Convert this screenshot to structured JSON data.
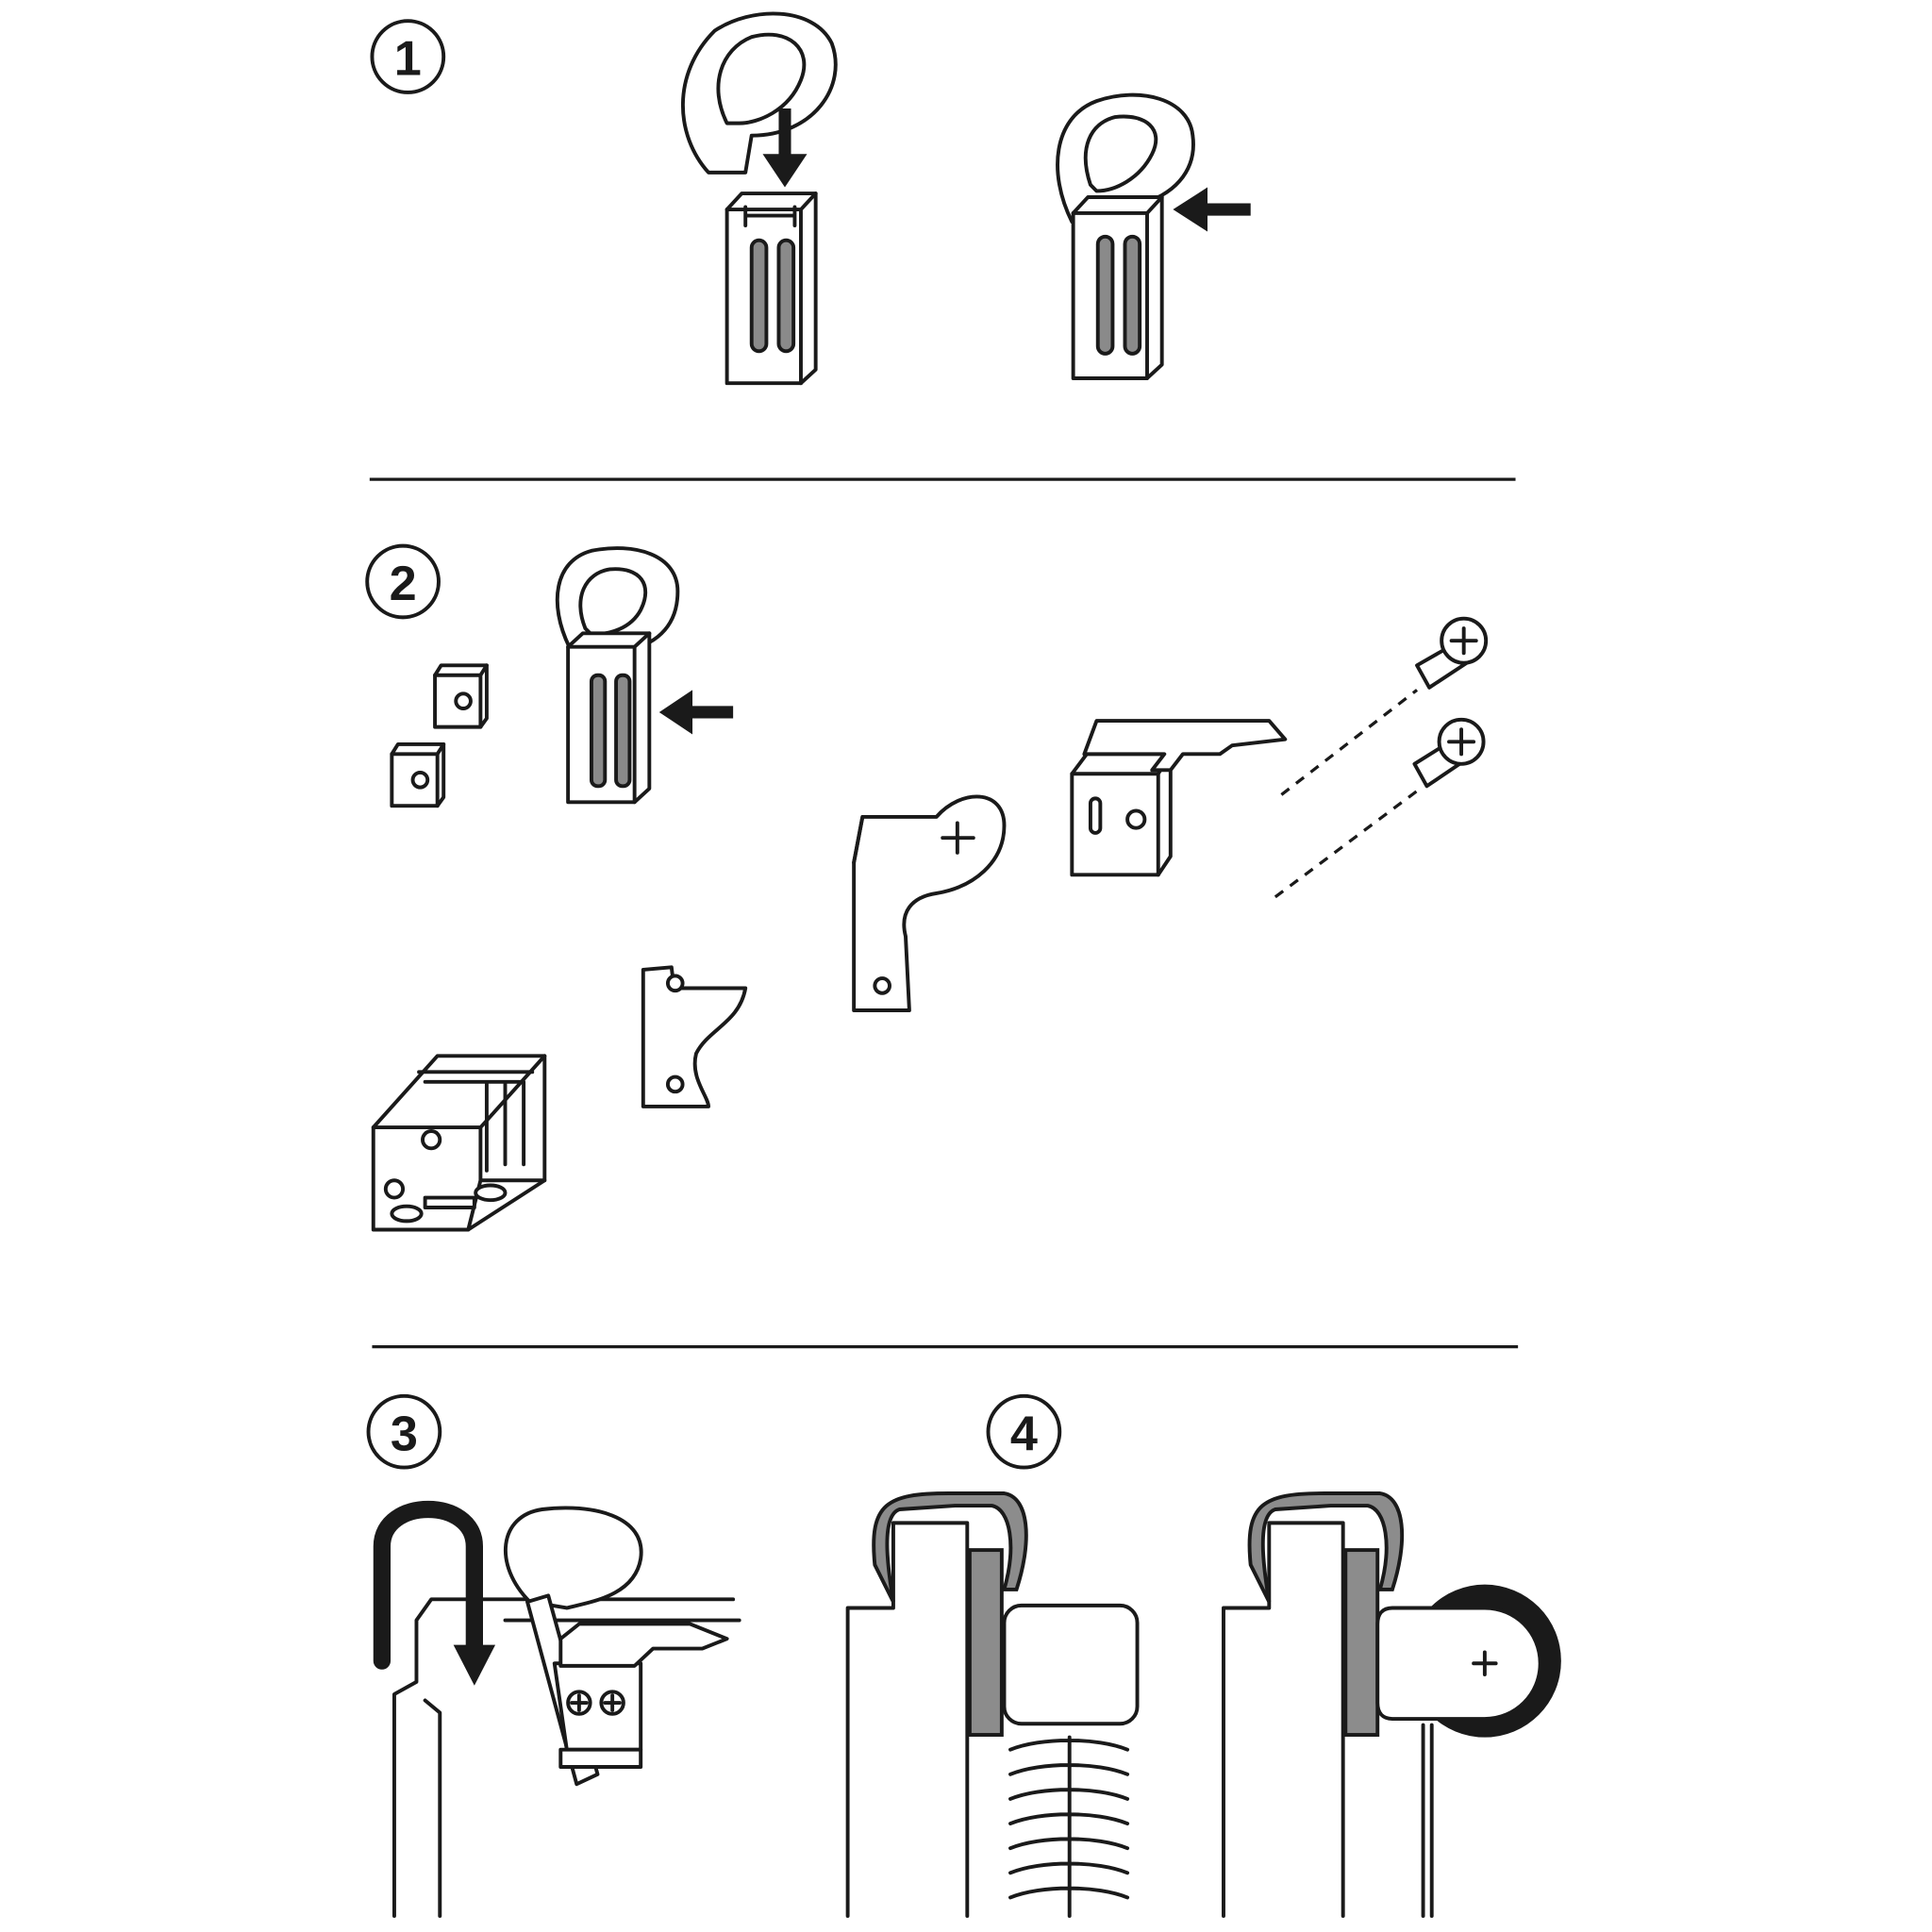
{
  "steps": [
    {
      "number": "1"
    },
    {
      "number": "2"
    },
    {
      "number": "3"
    },
    {
      "number": "4"
    }
  ],
  "colors": {
    "ink": "#1a1a1a",
    "fill_grey": "#8c8c8c",
    "background": "#ffffff"
  }
}
